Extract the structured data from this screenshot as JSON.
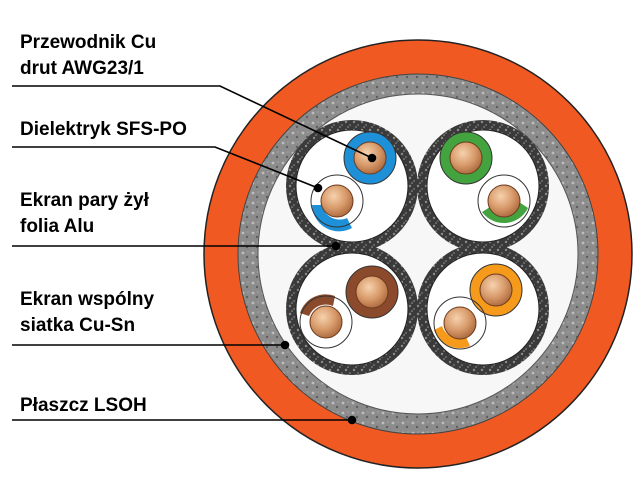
{
  "labels": {
    "conductor": [
      "Przewodnik Cu",
      "drut AWG23/1"
    ],
    "dielectric": [
      "Dielektryk SFS-PO"
    ],
    "pair_shield": [
      "Ekran pary żył",
      "folia Alu"
    ],
    "common_shield": [
      "Ekran wspólny",
      "siatka Cu-Sn"
    ],
    "jacket": [
      "Płaszcz LSOH"
    ]
  },
  "colors": {
    "jacket": "#f05a22",
    "common_shield": "#8c8c8c",
    "pair_shield": "#333333",
    "filler": "#f7f7f7",
    "copper": "#d89a6a",
    "pair_blue": "#1e90d8",
    "pair_green": "#43a33f",
    "pair_brown": "#8b4a2b",
    "pair_orange": "#f59a1b",
    "stripe_white": "#ffffff"
  }
}
